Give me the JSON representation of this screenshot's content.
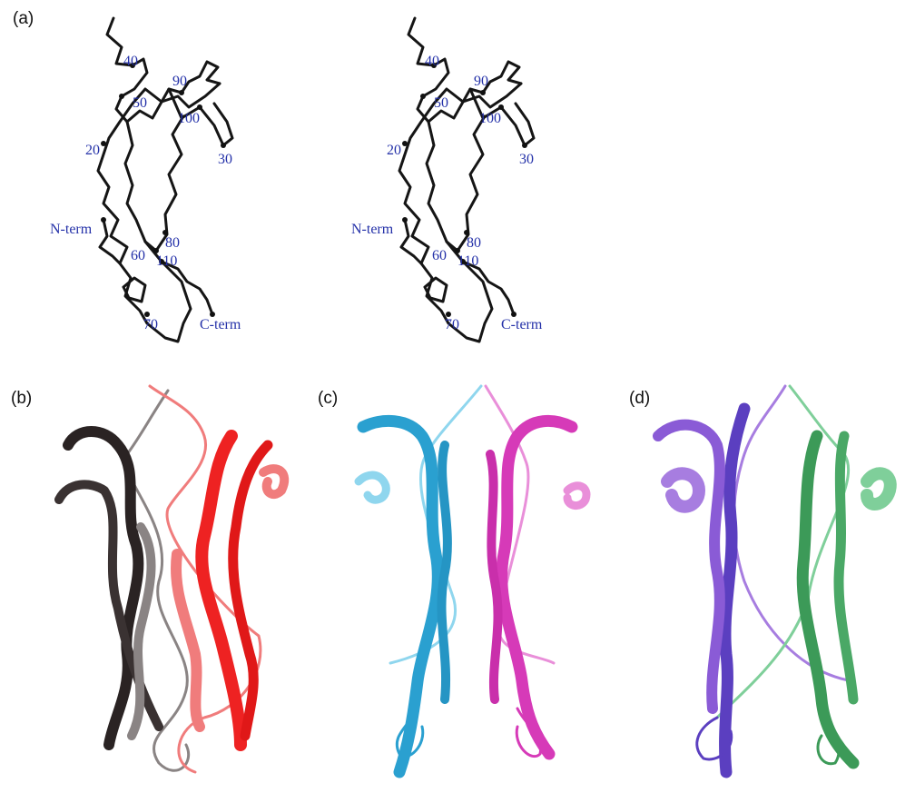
{
  "figure": {
    "panel_a": {
      "label": "(a)",
      "residue_labels": [
        "40",
        "90",
        "50",
        "100",
        "20",
        "30",
        "N-term",
        "80",
        "60",
        "110",
        "70",
        "C-term"
      ]
    },
    "panel_b": {
      "label": "(b)",
      "chain_colors": [
        "#2a2323",
        "#ee2222",
        "#f07c7c",
        "#8a8484"
      ]
    },
    "panel_c": {
      "label": "(c)",
      "chain_colors": [
        "#2aa0d0",
        "#d63ab8",
        "#8fd6ee",
        "#e98fd9"
      ]
    },
    "panel_d": {
      "label": "(d)",
      "chain_colors": [
        "#5b3fc0",
        "#3c9a58",
        "#a77de0",
        "#7fcf9a"
      ]
    }
  }
}
